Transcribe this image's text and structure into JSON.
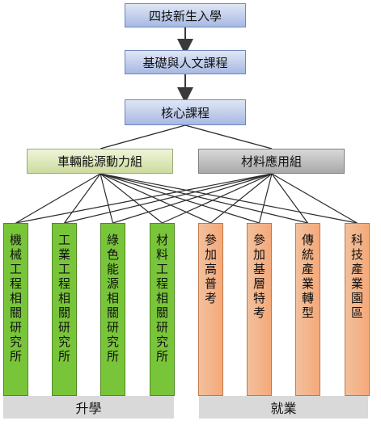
{
  "nodes": {
    "start": "四技新生入學",
    "basic": "基礎與人文課程",
    "core": "核心課程",
    "group_vehicle": "車輛能源動力組",
    "group_material": "材料應用組"
  },
  "outcomes": [
    {
      "label": "機械工程相關研究所",
      "kind": "study"
    },
    {
      "label": "工業工程相關研究所",
      "kind": "study"
    },
    {
      "label": "綠色能源相關研究所",
      "kind": "study"
    },
    {
      "label": "材料工程相關研究所",
      "kind": "study"
    },
    {
      "label": "參加高普考",
      "kind": "work"
    },
    {
      "label": "參加基層特考",
      "kind": "work"
    },
    {
      "label": "傳統產業轉型",
      "kind": "work"
    },
    {
      "label": "科技產業園區",
      "kind": "work"
    }
  ],
  "bands": {
    "study": "升學",
    "work": "就業"
  },
  "colors": {
    "arrow": "#3a3a3a",
    "line": "#2b2b2b"
  }
}
